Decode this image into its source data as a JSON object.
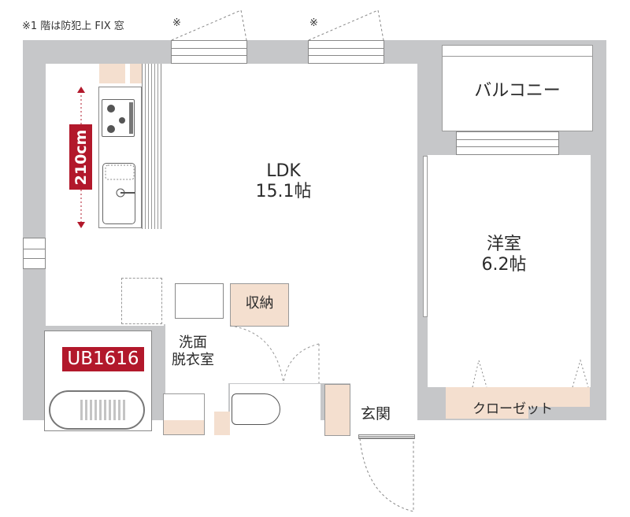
{
  "notes": {
    "fix_window_note": "※1 階は防犯上 FIX 窓",
    "window_mark_1": "※",
    "window_mark_2": "※"
  },
  "rooms": {
    "ldk": {
      "name": "LDK",
      "size": "15.1帖"
    },
    "western_room": {
      "name": "洋室",
      "size": "6.2帖"
    },
    "balcony": {
      "name": "バルコニー"
    },
    "storage": {
      "name": "収納"
    },
    "washroom": {
      "line1": "洗面",
      "line2": "脱衣室"
    },
    "entrance": {
      "name": "玄関"
    },
    "closet": {
      "name": "クローゼット"
    }
  },
  "tags": {
    "kitchen_width": "210cm",
    "unit_bath": "UB1616"
  },
  "colors": {
    "wall": "#c6c7c9",
    "storage_fill": "#f4dfcf",
    "accent_red": "#b2182b"
  }
}
